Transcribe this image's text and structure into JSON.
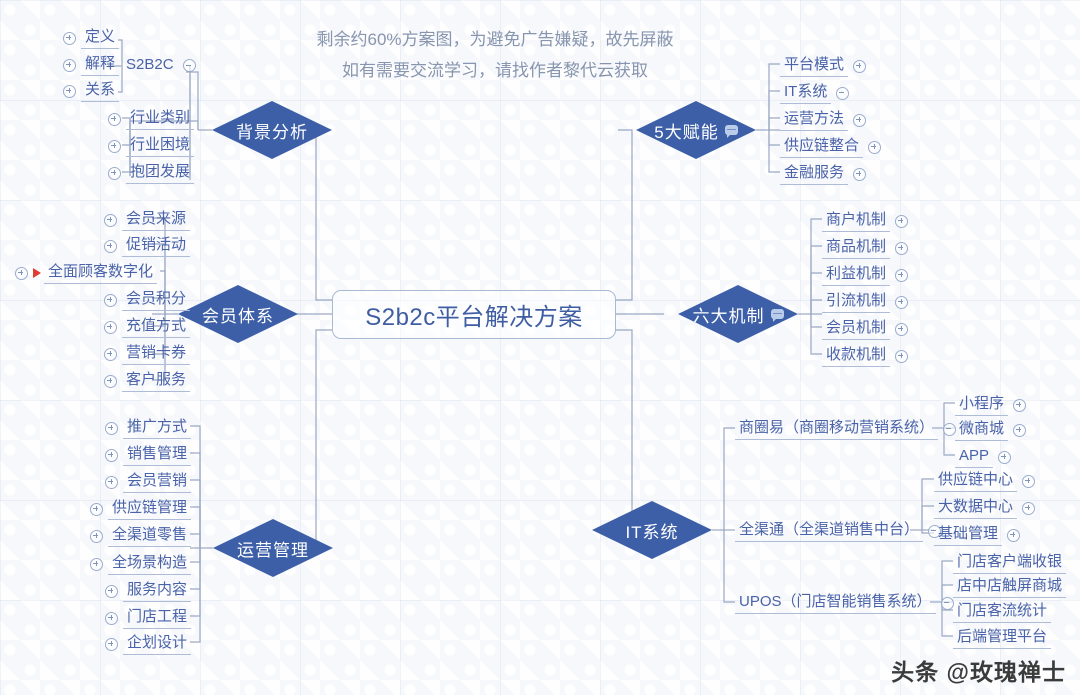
{
  "note": {
    "line1": "剩余约60%方案图，为避免广告嫌疑，故先屏蔽",
    "line2": "如有需要交流学习，请找作者黎代云获取"
  },
  "watermark": "头条 @玫瑰禅士",
  "colors": {
    "diamond_fill": "#3d5fa8",
    "text_blue": "#4a63a8",
    "root_text": "#3e5da3",
    "connector": "#9aa8c4",
    "flag_red": "#e03c31",
    "bubble": "#b9cdea",
    "background": "#f6f8fc"
  },
  "root": {
    "label": "S2b2c平台解决方案"
  },
  "branches": {
    "background_analysis": {
      "label": "背景分析",
      "groups": {
        "s2b2c": {
          "label": "S2B2C",
          "children": [
            "定义",
            "解释",
            "关系"
          ]
        },
        "industry": {
          "children": [
            "行业类别",
            "行业困境",
            "抱团发展"
          ]
        }
      }
    },
    "member_system": {
      "label": "会员体系",
      "children": [
        "会员来源",
        "促销活动",
        "全面顾客数字化",
        "会员积分",
        "充值方式",
        "营销卡券",
        "客户服务"
      ],
      "flagged": "全面顾客数字化"
    },
    "operations": {
      "label": "运营管理",
      "children": [
        "推广方式",
        "销售管理",
        "会员营销",
        "供应链管理",
        "全渠道零售",
        "全场景构造",
        "服务内容",
        "门店工程",
        "企划设计"
      ]
    },
    "five_empowerments": {
      "label": "5大赋能",
      "has_comment": true,
      "children": [
        "平台模式",
        "IT系统",
        "运营方法",
        "供应链整合",
        "金融服务"
      ]
    },
    "six_mechanisms": {
      "label": "六大机制",
      "has_comment": true,
      "children": [
        "商户机制",
        "商品机制",
        "利益机制",
        "引流机制",
        "会员机制",
        "收款机制"
      ]
    },
    "it_system": {
      "label": "IT系统",
      "groups": [
        {
          "label": "商圈易（商圈移动营销系统）",
          "children": [
            "小程序",
            "微商城",
            "APP"
          ]
        },
        {
          "label": "全渠通（全渠道销售中台）",
          "children": [
            "供应链中心",
            "大数据中心",
            "基础管理"
          ]
        },
        {
          "label": "UPOS（门店智能销售系统）",
          "children": [
            "门店客户端收银",
            "店中店触屏商城",
            "门店客流统计",
            "后端管理平台"
          ]
        }
      ]
    }
  }
}
